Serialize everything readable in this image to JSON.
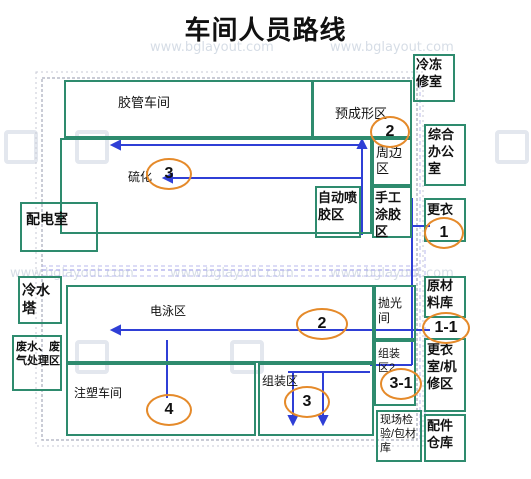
{
  "title": "车间人员路线",
  "watermark": "www.bglayout.com",
  "colors": {
    "wall": "#2e8b6e",
    "route": "#2f3fd6",
    "marker": "#e58a2a",
    "dashed": "#b8b8ee"
  },
  "rooms": {
    "hose_shop": "胶管车间",
    "preform": "预成形区",
    "vulcanize": "硫化",
    "side_area": "周边区",
    "auto_glue": "自动喷胶区",
    "manual_glue": "手工涂胶区",
    "distribution": "配电室",
    "cooling_tower": "冷水塔",
    "wastewater": "废水、废气处理区",
    "electrophoresis": "电泳区",
    "polishing": "抛光间",
    "assembly2": "组装区2",
    "injection": "注塑车间",
    "assembly": "组装区",
    "cold_store": "冷冻修室",
    "office": "综合办公室",
    "changing": "更衣",
    "raw_material": "原材料库",
    "changing_repair": "更衣室/机修区",
    "inspection": "现场检验/包材库",
    "parts": "配件仓库"
  },
  "markers": [
    "2",
    "3",
    "1",
    "1-1",
    "2",
    "3-1",
    "4",
    "3"
  ]
}
